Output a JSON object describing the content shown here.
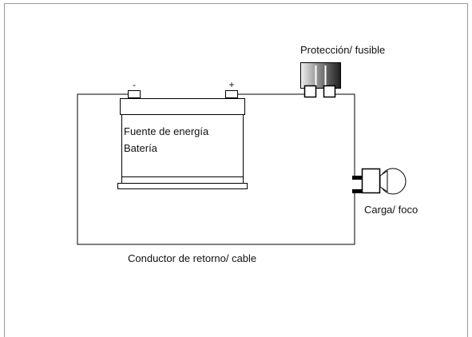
{
  "diagram": {
    "battery": {
      "negative_sign": "-",
      "positive_sign": "+",
      "label_line1": "Fuente de energía",
      "label_line2": "Batería"
    },
    "fuse": {
      "label": "Protección/ fusible"
    },
    "load": {
      "label": "Carga/ foco"
    },
    "return_conductor": {
      "label": "Conductor de retorno/ cable"
    }
  },
  "colors": {
    "line": "#000000",
    "frame": "#999999",
    "fuse_dark": "#2a2a2a",
    "fuse_light": "#d8d8d8"
  }
}
